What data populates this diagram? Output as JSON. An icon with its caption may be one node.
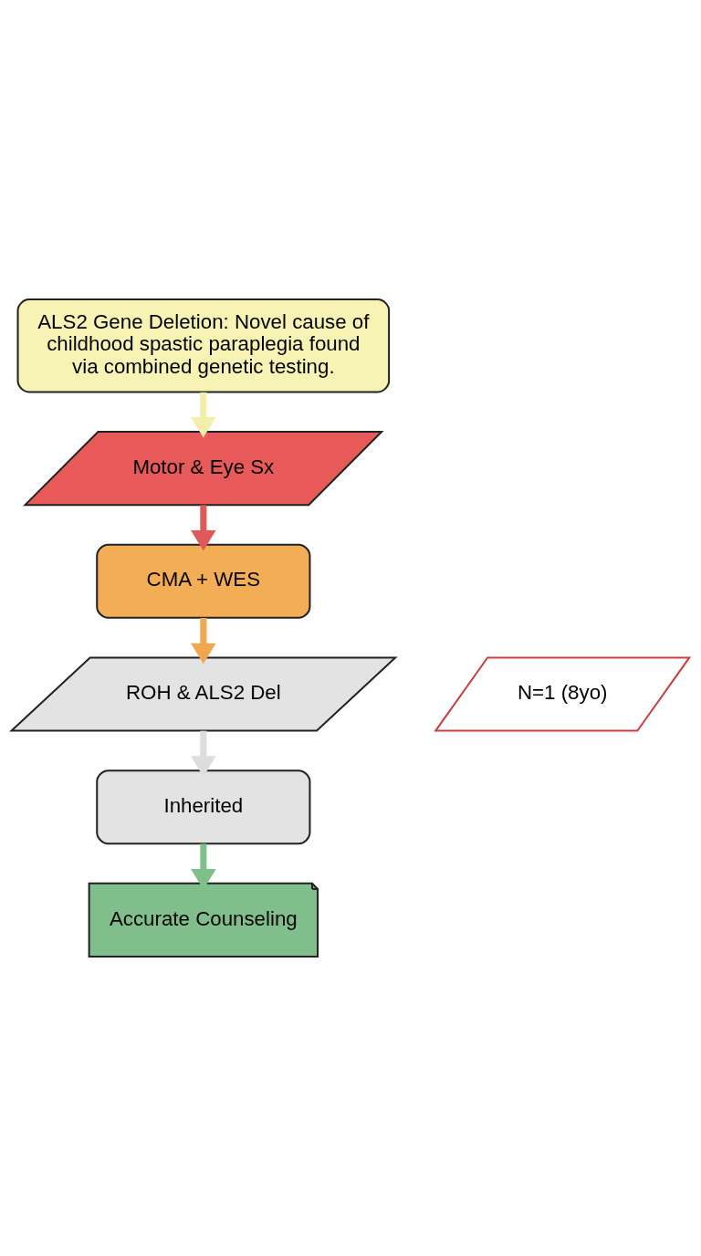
{
  "diagram": {
    "nodes": [
      {
        "text": [
          "ALS2 Gene Deletion: Novel cause of childhood spastic paraplegia found via combined genetic testing."
        ]
      },
      {
        "text": [
          "Motor & Eye Sx"
        ]
      },
      {
        "text": [
          "CMA + WES"
        ]
      },
      {
        "text": [
          "ROH & ALS2 Del"
        ]
      },
      {
        "text": [
          "Inherited"
        ]
      },
      {
        "text": [
          "Accurate Counseling"
        ]
      },
      {
        "text": [
          "N=1 (8yo)"
        ]
      }
    ],
    "edges": [
      {
        "from": 0,
        "to": 1,
        "arrow": "to",
        "color": "#f3eeaa"
      },
      {
        "from": 1,
        "to": 2,
        "arrow": "to",
        "color": "#e05a5a"
      },
      {
        "from": 2,
        "to": 3,
        "arrow": "to",
        "color": "#f0a850"
      },
      {
        "from": 3,
        "to": 4,
        "arrow": "to",
        "color": "#dddddd"
      },
      {
        "from": 4,
        "to": 5,
        "arrow": "to",
        "color": "#7fbf8a"
      }
    ]
  }
}
